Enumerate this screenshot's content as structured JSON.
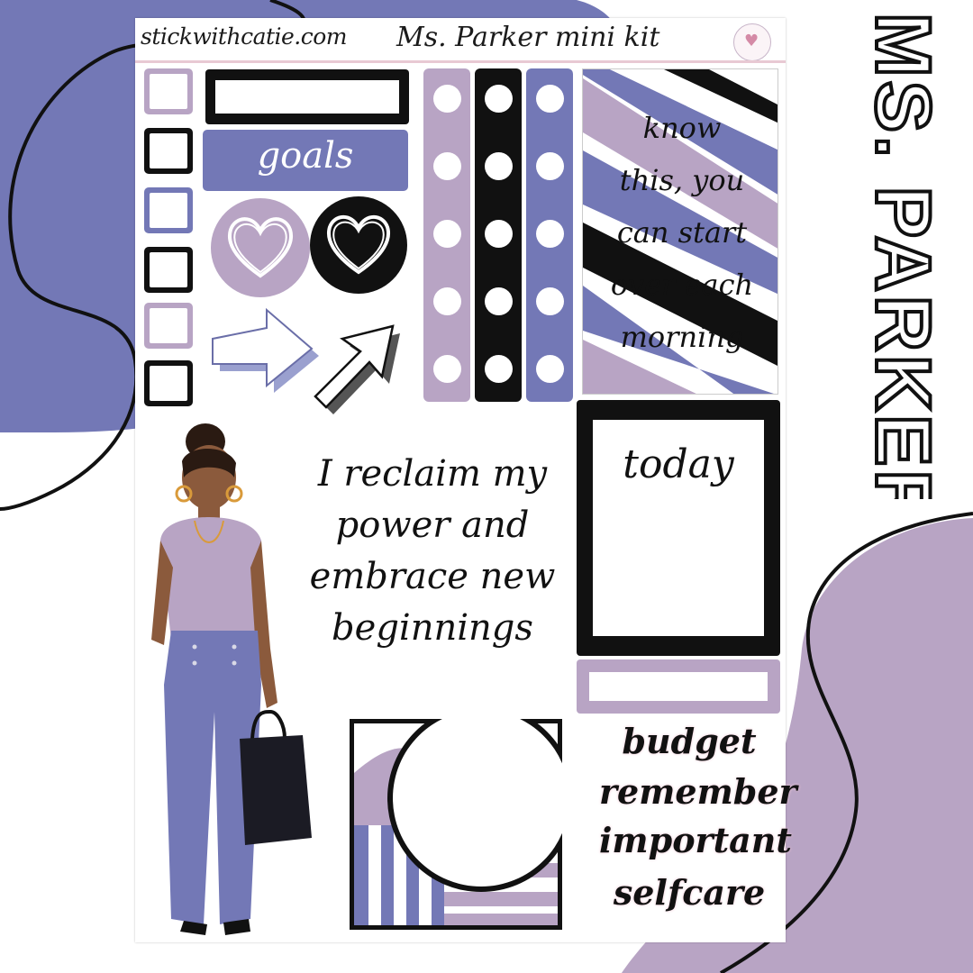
{
  "header": {
    "site": "stickwithcatie.com",
    "title": "Ms. Parker mini kit"
  },
  "side_title": "MS. PARKER",
  "stickers": {
    "goals_label": "goals",
    "quote_side_lines": [
      "know",
      "this, you",
      "can start",
      "over each",
      "morning"
    ],
    "quote_main_lines": [
      "I reclaim my",
      "power and",
      "embrace new",
      "beginnings"
    ],
    "today_label": "today",
    "words": [
      "budget",
      "remember",
      "important",
      "selfcare"
    ]
  },
  "colors": {
    "periwinkle": "#7378b6",
    "lilac": "#b8a4c4",
    "black": "#111111",
    "blush": "#e8c9d3"
  },
  "icons": [
    "heart-icon",
    "arrow-right-icon",
    "arrow-up-right-icon",
    "logo-icon",
    "woman-illustration",
    "tote-bag-icon"
  ]
}
